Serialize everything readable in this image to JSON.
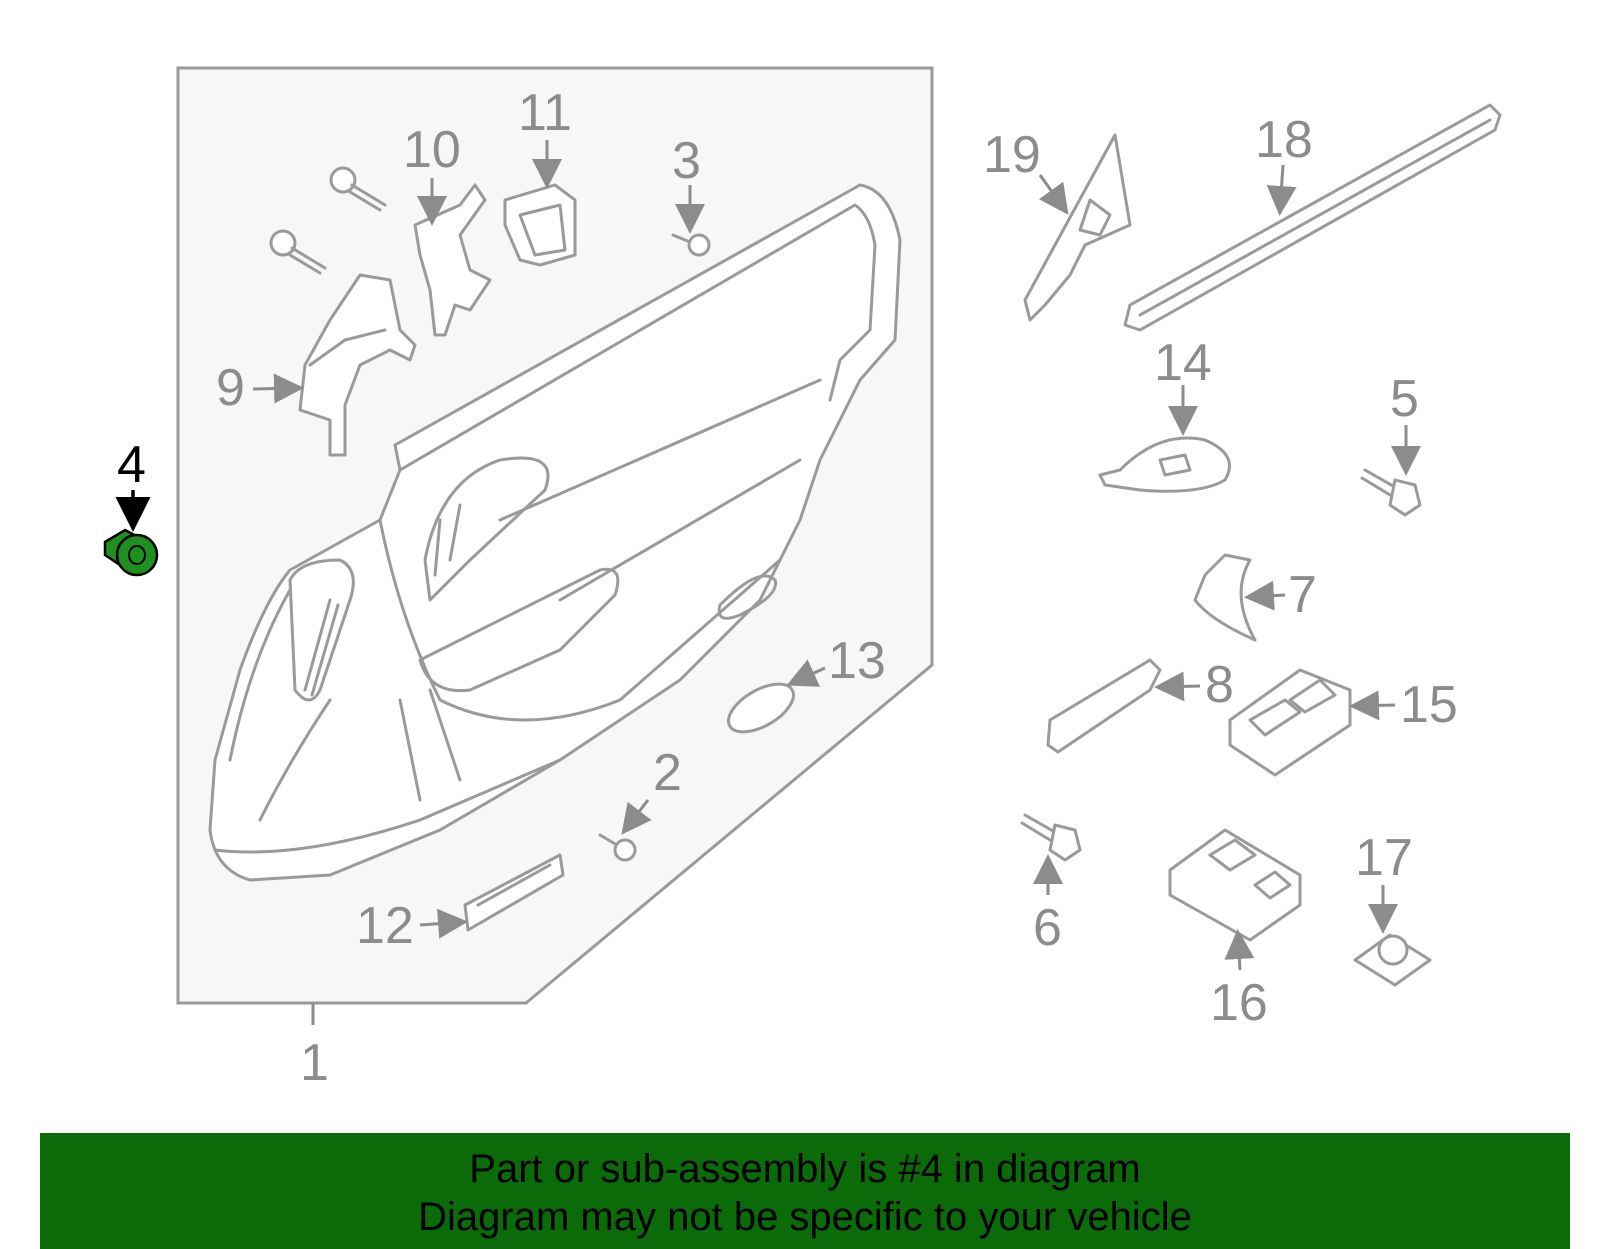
{
  "callouts": {
    "c1": "1",
    "c2": "2",
    "c3": "3",
    "c4": "4",
    "c5": "5",
    "c6": "6",
    "c7": "7",
    "c8": "8",
    "c9": "9",
    "c10": "10",
    "c11": "11",
    "c12": "12",
    "c13": "13",
    "c14": "14",
    "c15": "15",
    "c16": "16",
    "c17": "17",
    "c18": "18",
    "c19": "19"
  },
  "highlighted_part": "4",
  "colors": {
    "highlight_part": "#1f8f1f",
    "banner_background": "#0b6b09",
    "line_art": "#9a9a9a",
    "panel_background": "#f7f7f7"
  },
  "banner": {
    "line1": "Part or sub-assembly is #4 in diagram",
    "line2": "Diagram may not be specific to your vehicle"
  }
}
